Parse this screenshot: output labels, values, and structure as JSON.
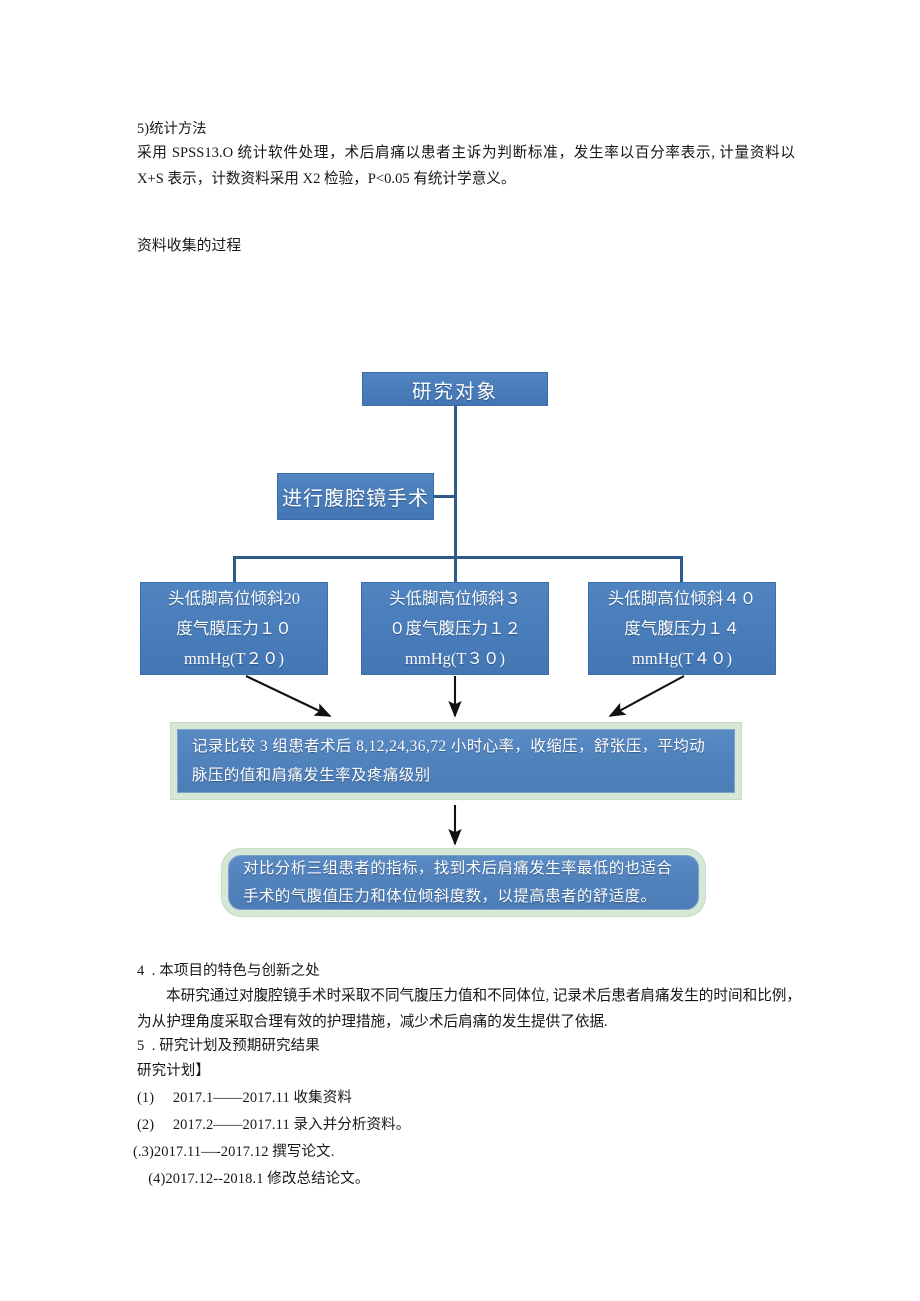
{
  "document": {
    "section_stat_heading": "5)统计方法",
    "section_stat_body": "采用 SPSS13.O 统计软件处理，术后肩痛以患者主诉为判断标准，发生率以百分率表示, 计量资料以 X+S 表示，计数资料采用 X2 检验，P<0.05 有统计学意义。",
    "flow_caption": "资料收集的过程",
    "section4_heading": "4  . 本项目的特色与创新之处",
    "section4_body": "本研究通过对腹腔镜手术时采取不同气腹压力值和不同体位, 记录术后患者肩痛发生的时间和比例，为从护理角度采取合理有效的护理措施，减少术后肩痛的发生提供了依据.",
    "section5_heading": "5  . 研究计划及预期研究结果",
    "plan_title": "研究计划】",
    "plan_items": [
      "(1)     2017.1——2017.11 收集资料",
      "(2)     2017.2——2017.11 录入并分析资料。",
      "(.3)2017.11—-2017.12 撰写论文.",
      "   (4)2017.12--2018.1 修改总结论文。"
    ]
  },
  "flowchart": {
    "type": "flowchart",
    "title": "资料收集的过程",
    "node_fill": "#4a7ebb",
    "node_border": "#3b6da6",
    "frame_color": "#d7e7d5",
    "connector_color": "#2f5a8c",
    "arrow_color": "#1a1a1a",
    "nodes": {
      "subject": "研究对象",
      "surgery": "进行腹腔镜手术",
      "group_t20_line1": "头低脚高位倾斜20",
      "group_t20_line2": "度气膜压力１０",
      "group_t20_line3": "mmHg(T２０)",
      "group_t30_line1": "头低脚高位倾斜３",
      "group_t30_line2": "０度气腹压力１２",
      "group_t30_line3": "mmHg(T３０)",
      "group_t40_line1": "头低脚高位倾斜４０",
      "group_t40_line2": "度气腹压力１４",
      "group_t40_line3": "mmHg(T４０)",
      "record": "记录比较 3 组患者术后 8,12,24,36,72 小时心率，收缩压，舒张压，平均动脉压的值和肩痛发生率及疼痛级别",
      "conclusion": "对比分析三组患者的指标，找到术后肩痛发生率最低的也适合手术的气腹值压力和体位倾斜度数，以提高患者的舒适度。"
    }
  }
}
